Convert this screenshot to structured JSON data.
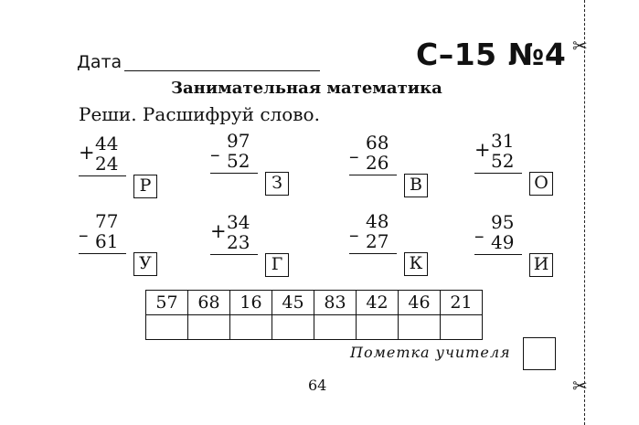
{
  "header": {
    "date_label": "Дата",
    "code": "С–15 №4"
  },
  "title": "Занимательная математика",
  "instruction": "Реши. Расшифруй слово.",
  "exercises": [
    {
      "op": "+",
      "a": "44",
      "b": "24",
      "letter": "Р"
    },
    {
      "op": "–",
      "a": "97",
      "b": "52",
      "letter": "З"
    },
    {
      "op": "–",
      "a": "68",
      "b": "26",
      "letter": "В"
    },
    {
      "op": "+",
      "a": "31",
      "b": "52",
      "letter": "О"
    },
    {
      "op": "–",
      "a": "77",
      "b": "61",
      "letter": "У"
    },
    {
      "op": "+",
      "a": "34",
      "b": "23",
      "letter": "Г"
    },
    {
      "op": "–",
      "a": "48",
      "b": "27",
      "letter": "К"
    },
    {
      "op": "–",
      "a": "95",
      "b": "49",
      "letter": "И"
    }
  ],
  "answer_table": {
    "numbers": [
      "57",
      "68",
      "16",
      "45",
      "83",
      "42",
      "46",
      "21"
    ],
    "letters": [
      "",
      "",
      "",
      "",
      "",
      "",
      "",
      ""
    ]
  },
  "teacher_mark_label": "Пометка учителя",
  "page_number": "64",
  "icons": [
    "scissors-icon"
  ]
}
